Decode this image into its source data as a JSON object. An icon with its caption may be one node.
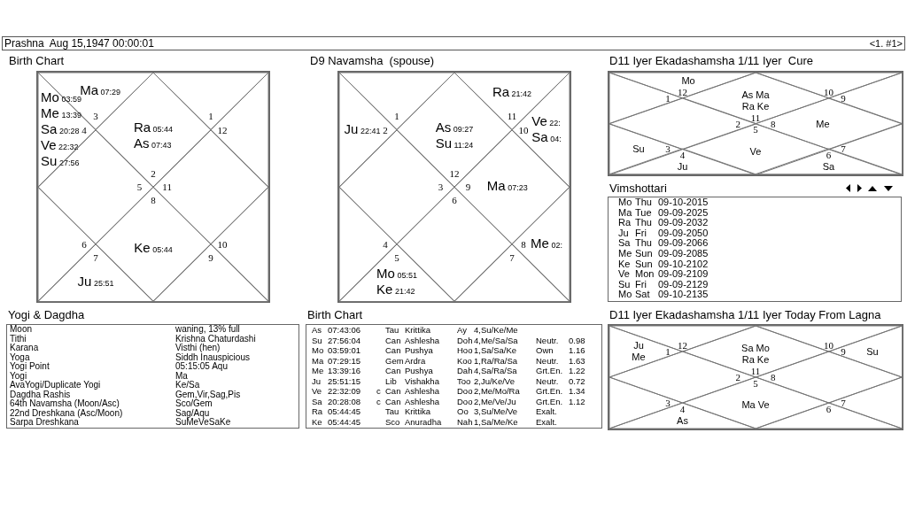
{
  "diagram": {
    "nodes": [
      {
        "text": [
          "Prashna  Aug 15,1947 00:00:01",
          "<1. #1>"
        ]
      },
      {
        "text": [
          "Birth Chart"
        ]
      },
      {
        "text": [
          "Ra 05:44",
          "As 07:43",
          "2"
        ],
        "in": 1
      },
      {
        "text": [
          "Ma 07:29",
          "3"
        ],
        "in": 1
      },
      {
        "text": [
          "Mo 03:59",
          "Me 13:39",
          "Sa 20:28",
          "Ve 22:32",
          "Su 27:56",
          "4"
        ],
        "in": 1
      },
      {
        "text": [
          "5"
        ],
        "in": 1
      },
      {
        "text": [
          "6"
        ],
        "in": 1
      },
      {
        "text": [
          "7",
          "Ju 25:51"
        ],
        "in": 1
      },
      {
        "text": [
          "8",
          "Ke 05:44"
        ],
        "in": 1
      },
      {
        "text": [
          "9"
        ],
        "in": 1
      },
      {
        "text": [
          "10"
        ],
        "in": 1
      },
      {
        "text": [
          "11"
        ],
        "in": 1
      },
      {
        "text": [
          "12"
        ],
        "in": 1
      },
      {
        "text": [
          "1"
        ],
        "in": 1
      },
      {
        "text": [
          "D9 Navamsha  (spouse)"
        ]
      },
      {
        "text": [
          "As 09:27",
          "Su 11:24",
          "12"
        ],
        "in": 14
      },
      {
        "text": [
          "1"
        ],
        "in": 14
      },
      {
        "text": [
          "Ju 22:41",
          "2"
        ],
        "in": 14
      },
      {
        "text": [
          "3"
        ],
        "in": 14
      },
      {
        "text": [
          "4"
        ],
        "in": 14
      },
      {
        "text": [
          "5",
          "Mo 05:51",
          "Ke 21:42"
        ],
        "in": 14
      },
      {
        "text": [
          "6"
        ],
        "in": 14
      },
      {
        "text": [
          "7"
        ],
        "in": 14
      },
      {
        "text": [
          "8",
          "Me 02:"
        ],
        "in": 14
      },
      {
        "text": [
          "9",
          "Ma 07:23"
        ],
        "in": 14
      },
      {
        "text": [
          "10",
          "Ve 22:",
          "Sa 04:"
        ],
        "in": 14
      },
      {
        "text": [
          "Ra 21:42",
          "11"
        ],
        "in": 14
      },
      {
        "text": [
          "D11 Iyer Ekadashamsha 1/11 Iyer  Cure"
        ]
      },
      {
        "text": [
          "As Ma",
          "Ra Ke",
          "11"
        ],
        "in": 27
      },
      {
        "text": [
          "Mo",
          "12"
        ],
        "in": 27
      },
      {
        "text": [
          "1"
        ],
        "in": 27
      },
      {
        "text": [
          "2"
        ],
        "in": 27
      },
      {
        "text": [
          "Su",
          "3"
        ],
        "in": 27
      },
      {
        "text": [
          "4",
          "Ju"
        ],
        "in": 27
      },
      {
        "text": [
          "5",
          "Ve"
        ],
        "in": 27
      },
      {
        "text": [
          "6",
          "Sa"
        ],
        "in": 27
      },
      {
        "text": [
          "7"
        ],
        "in": 27
      },
      {
        "text": [
          "8",
          "Me"
        ],
        "in": 27
      },
      {
        "text": [
          "9"
        ],
        "in": 27
      },
      {
        "text": [
          "10"
        ],
        "in": 27
      },
      {
        "text": [
          "Vimshottari"
        ]
      },
      {
        "text": [
          "Yogi & Dagdha"
        ]
      },
      {
        "text": [
          "Birth Chart"
        ]
      },
      {
        "text": [
          "D11 Iyer Ekadashamsha 1/11 Iyer Today From Lagna"
        ]
      },
      {
        "text": [
          "Sa Mo",
          "Ra Ke",
          "11"
        ],
        "in": 43
      },
      {
        "text": [
          "12"
        ],
        "in": 43
      },
      {
        "text": [
          "Ju",
          "Me",
          "1"
        ],
        "in": 43
      },
      {
        "text": [
          "2"
        ],
        "in": 43
      },
      {
        "text": [
          "3"
        ],
        "in": 43
      },
      {
        "text": [
          "4",
          "As"
        ],
        "in": 43
      },
      {
        "text": [
          "5",
          "Ma Ve"
        ],
        "in": 43
      },
      {
        "text": [
          "6"
        ],
        "in": 43
      },
      {
        "text": [
          "7"
        ],
        "in": 43
      },
      {
        "text": [
          "8"
        ],
        "in": 43
      },
      {
        "text": [
          "9",
          "Su"
        ],
        "in": 43
      },
      {
        "text": [
          "10"
        ],
        "in": 43
      }
    ],
    "labels": [
      "Mo",
      "Thu",
      "09-10-2015",
      "Ma",
      "Tue",
      "09-09-2025",
      "Ra",
      "Thu",
      "09-09-2032",
      "Ju",
      "Fri",
      "09-09-2050",
      "Sa",
      "Thu",
      "09-09-2066",
      "Me",
      "Sun",
      "09-09-2085",
      "Ke",
      "Sun",
      "09-10-2102",
      "Ve",
      "Mon",
      "09-09-2109",
      "Su",
      "Fri",
      "09-09-2129",
      "Mo",
      "Sat",
      "09-10-2135",
      "Moon",
      "waning, 13% full",
      "Tithi",
      "Krishna Chaturdashi",
      "Karana",
      "Visthi (hen)",
      "Yoga",
      "Siddh Inauspicious",
      "Yogi Point",
      "05:15:05 Aqu",
      "Yogi",
      "Ma",
      "AvaYogi/Duplicate Yogi",
      "Ke/Sa",
      "Dagdha Rashis",
      "Gem,Vir,Sag,Pis",
      "64th Navamsha (Moon/Asc)",
      "Sco/Gem",
      "22nd Dreshkana (Asc/Moon)",
      "Sag/Aqu",
      "Sarpa Dreshkana",
      "SuMeVeSaKe",
      "As",
      "07:43:06",
      "Tau",
      "Krittika",
      "Ay",
      "4,Su/Ke/Me",
      "Su",
      "27:56:04",
      "Can",
      "Ashlesha",
      "Doh",
      "4,Me/Sa/Sa",
      "Neutr.",
      "0.98",
      "Mo",
      "03:59:01",
      "Can",
      "Pushya",
      "Hoo",
      "1,Sa/Sa/Ke",
      "Own",
      "1.16",
      "Ma",
      "07:29:15",
      "Gem",
      "Ardra",
      "Koo",
      "1,Ra/Ra/Sa",
      "Neutr.",
      "1.63",
      "Me",
      "13:39:16",
      "Can",
      "Pushya",
      "Dah",
      "4,Sa/Ra/Sa",
      "Grt.En.",
      "1.22",
      "Ju",
      "25:51:15",
      "Lib",
      "Vishakha",
      "Too",
      "2,Ju/Ke/Ve",
      "Neutr.",
      "0.72",
      "Ve",
      "22:32:09",
      "c",
      "Can",
      "Ashlesha",
      "Doo",
      "2,Me/Mo/Ra",
      "Grt.En.",
      "1.34",
      "Sa",
      "20:28:08",
      "c",
      "Can",
      "Ashlesha",
      "Doo",
      "2,Me/Ve/Ju",
      "Grt.En.",
      "1.12",
      "Ra",
      "05:44:45",
      "Tau",
      "Krittika",
      "Oo",
      "3,Su/Me/Ve",
      "Exalt.",
      "Ke",
      "05:44:45",
      "Sco",
      "Anuradha",
      "Nah",
      "1,Sa/Me/Ke",
      "Exalt."
    ]
  }
}
